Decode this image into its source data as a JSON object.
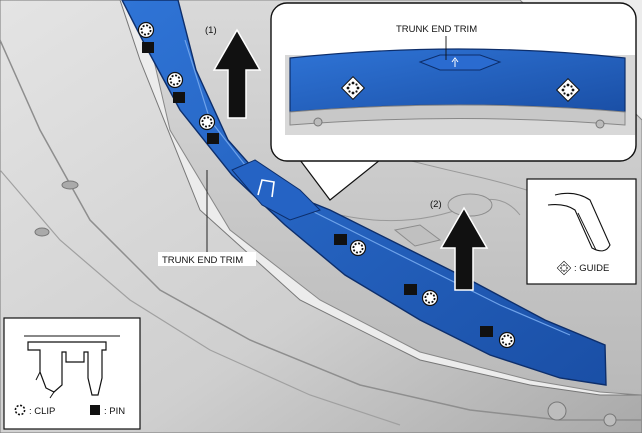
{
  "labels": {
    "step1": "(1)",
    "step2": "(2)",
    "trunk_end_trim_main": "TRUNK END TRIM",
    "trunk_end_trim_inset": "TRUNK END TRIM",
    "clip_legend": ": CLIP",
    "pin_legend": ": PIN",
    "guide_legend": ": GUIDE"
  },
  "colors": {
    "trim_blue": "#1f5fc0",
    "car_body": "#cfcfcf",
    "car_shadow": "#9a9a9a",
    "outline": "#111111"
  },
  "icons": {
    "clip": "dashed-circle-clip-icon",
    "pin": "black-square-pin-icon",
    "guide": "diamond-dots-guide-icon",
    "arrow": "up-arrow-icon"
  }
}
